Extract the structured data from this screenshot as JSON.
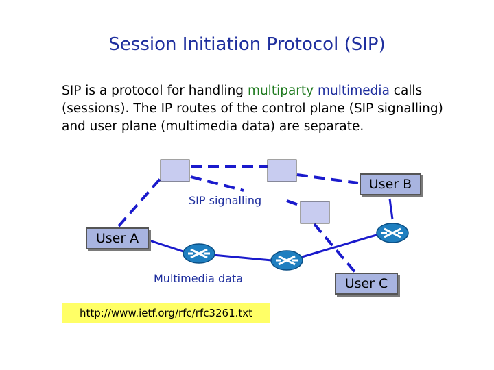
{
  "title": "Session Initiation Protocol (SIP)",
  "paragraph": {
    "part1": "SIP is a protocol for handling ",
    "highlight_green": "multiparty",
    "space": " ",
    "highlight_blue": "multimedia",
    "part2": " calls (sessions). The IP routes of the control plane (SIP signalling) and user plane (multimedia data) are separate."
  },
  "users": {
    "a": "User A",
    "b": "User B",
    "c": "User C"
  },
  "labels": {
    "sip_signalling": "SIP signalling",
    "multimedia_data": "Multimedia data"
  },
  "url": "http://www.ietf.org/rfc/rfc3261.txt",
  "colors": {
    "server_fill": "#c8ccf0",
    "line": "#1a1acc",
    "router": "#1f7fc0"
  }
}
